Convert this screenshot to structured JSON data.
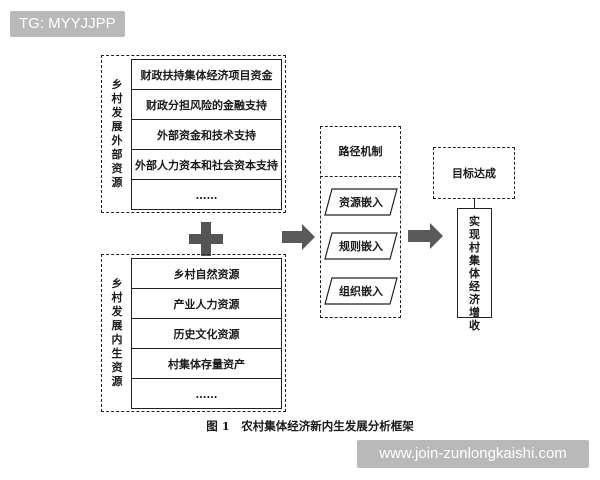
{
  "watermark_top": "TG: MYYJJPP",
  "watermark_bottom": "www.join-zunlongkaishi.com",
  "external": {
    "label": "乡村发展外部资源",
    "items": [
      "财政扶持集体经济项目资金",
      "财政分担风险的金融支持",
      "外部资金和技术支持",
      "外部人力资本和社会资本支持",
      "……"
    ]
  },
  "internal": {
    "label": "乡村发展内生资源",
    "items": [
      "乡村自然资源",
      "产业人力资源",
      "历史文化资源",
      "村集体存量资产",
      "……"
    ]
  },
  "path": {
    "title": "路径机制",
    "items": [
      "资源嵌入",
      "规则嵌入",
      "组织嵌入"
    ]
  },
  "goal": {
    "title": "目标达成",
    "result": "实现村集体经济增收"
  },
  "caption": "图 1　农村集体经济新内生发展分析框架",
  "colors": {
    "line": "#222222",
    "arrow": "#5a5a5a"
  }
}
